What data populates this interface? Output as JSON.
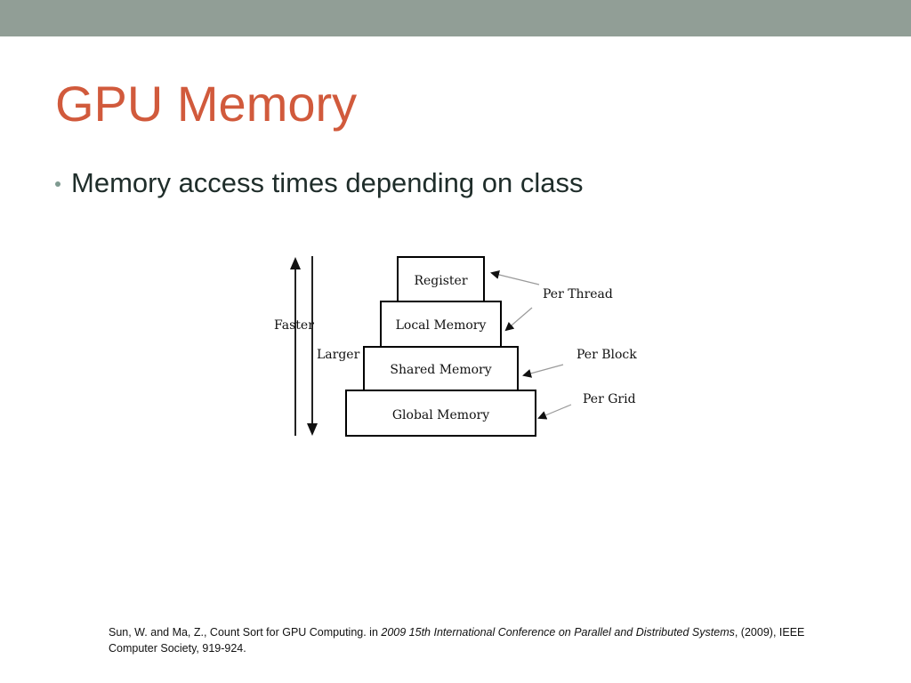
{
  "slide": {
    "title": "GPU Memory",
    "bullet": "Memory access times depending on class"
  },
  "diagram": {
    "axis_labels": {
      "faster": "Faster",
      "larger": "Larger"
    },
    "levels": [
      {
        "name": "Register"
      },
      {
        "name": "Local Memory"
      },
      {
        "name": "Shared Memory"
      },
      {
        "name": "Global Memory"
      }
    ],
    "scopes": {
      "per_thread": "Per Thread",
      "per_block": "Per Block",
      "per_grid": "Per Grid"
    }
  },
  "citation": {
    "prefix": "Sun, W. and Ma, Z., Count Sort for GPU Computing. in ",
    "venue": "2009 15th International Conference on Parallel and Distributed Systems",
    "suffix": ", (2009), IEEE Computer Society, 919-924."
  },
  "colors": {
    "top_band": "#919e96",
    "title": "#d15a3c",
    "bullet_dot": "#7f9a90"
  }
}
